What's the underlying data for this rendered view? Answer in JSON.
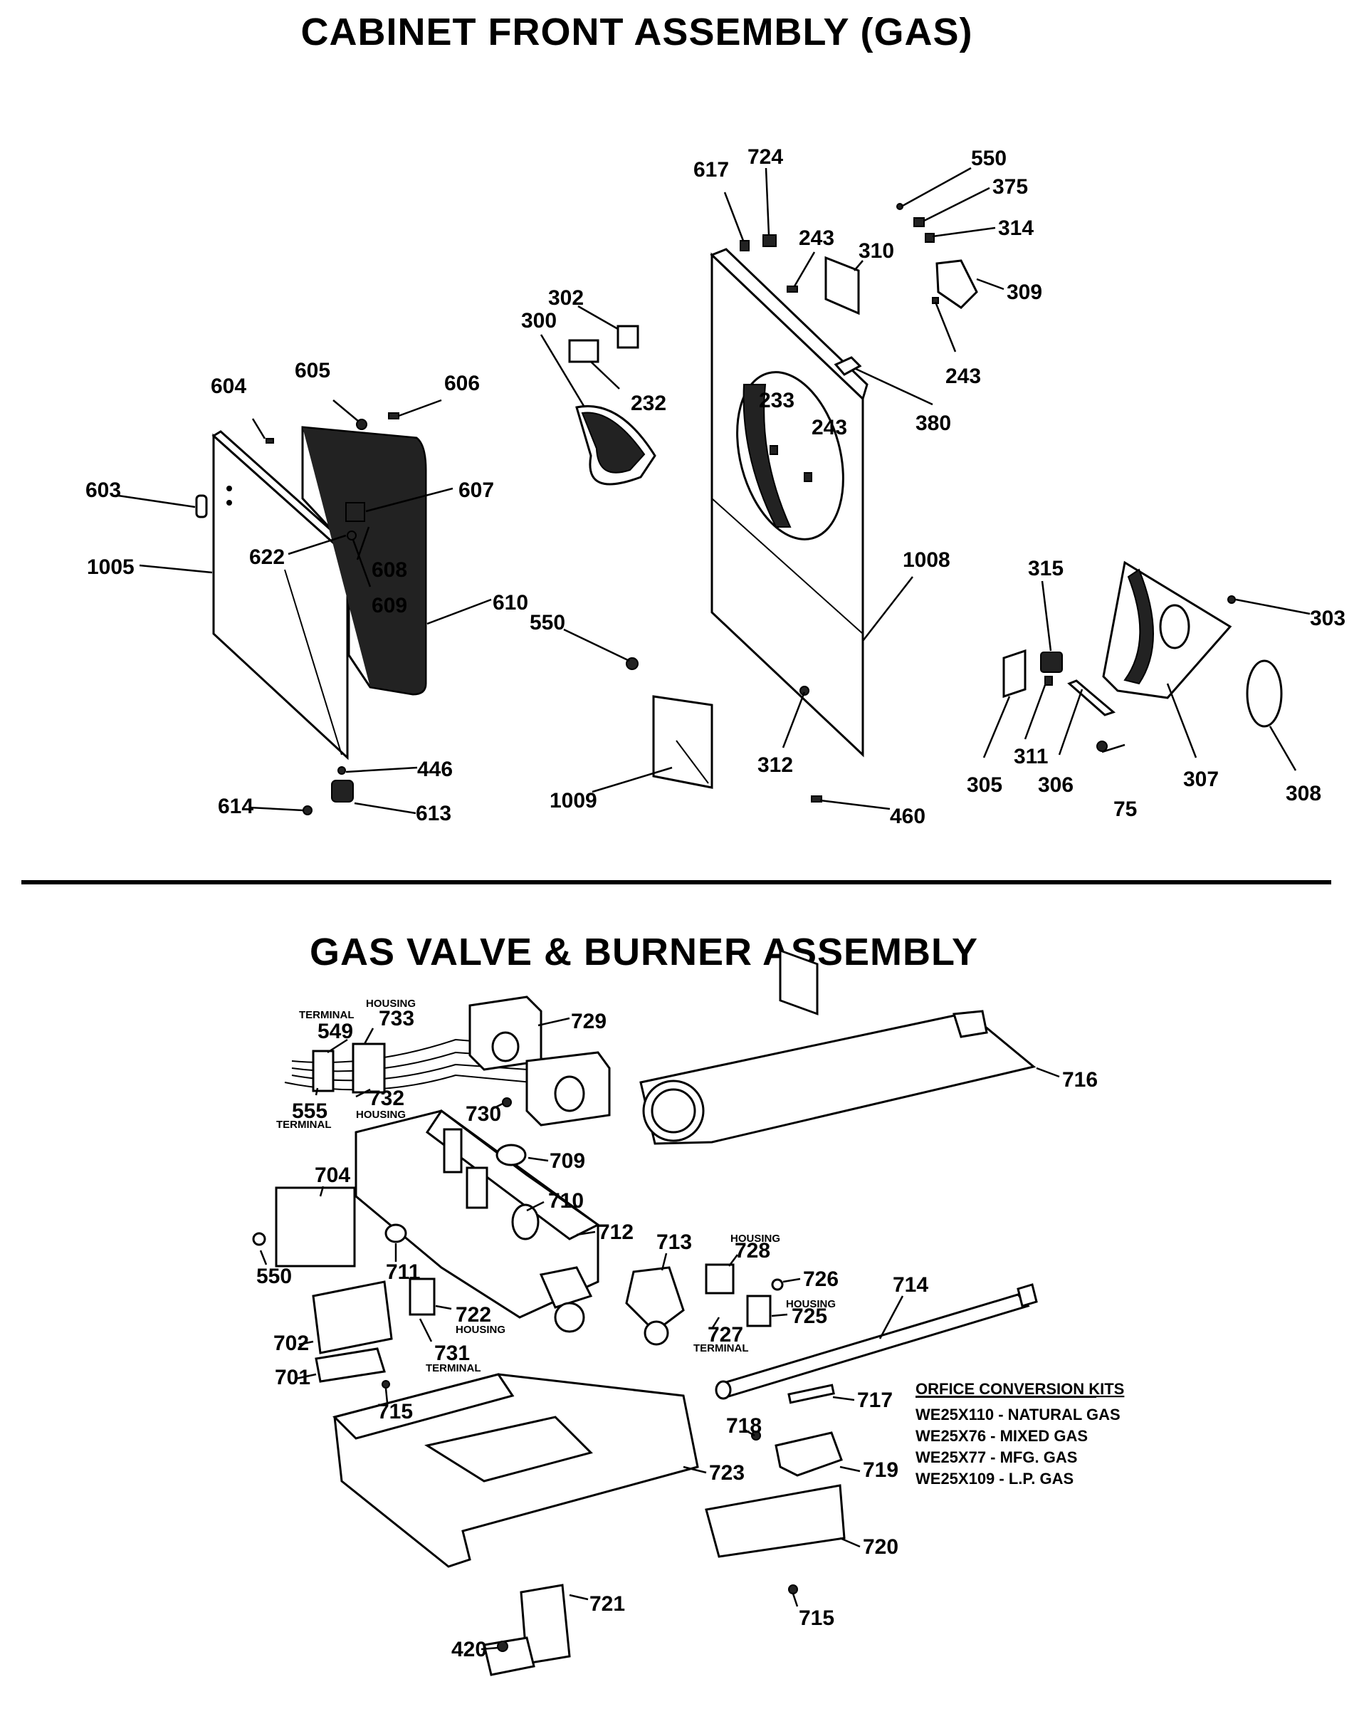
{
  "titles": {
    "cabinet": "CABINET FRONT ASSEMBLY (GAS)",
    "valve": "GAS VALVE & BURNER ASSEMBLY"
  },
  "cabinet_labels": [
    "604",
    "605",
    "606",
    "603",
    "607",
    "622",
    "608",
    "1005",
    "609",
    "610",
    "446",
    "614",
    "613",
    "302",
    "300",
    "232",
    "550",
    "1009",
    "617",
    "724",
    "243",
    "310",
    "233",
    "243",
    "380",
    "1008",
    "312",
    "460",
    "550",
    "375",
    "314",
    "309",
    "243",
    "315",
    "303",
    "305",
    "311",
    "306",
    "75",
    "307",
    "308"
  ],
  "valve_labels": {
    "terminal_top": "TERMINAL",
    "housing_top": "HOUSING",
    "terminal_bottom": "TERMINAL",
    "housing_mid": "HOUSING",
    "housing_722": "HOUSING",
    "terminal_731": "TERMINAL",
    "housing_728": "HOUSING",
    "housing_725": "HOUSING",
    "terminal_727": "TERMINAL",
    "numbers": [
      "549",
      "733",
      "729",
      "716",
      "555",
      "732",
      "730",
      "709",
      "704",
      "710",
      "712",
      "713",
      "728",
      "726",
      "714",
      "725",
      "550",
      "711",
      "722",
      "727",
      "702",
      "731",
      "701",
      "715",
      "717",
      "718",
      "723",
      "719",
      "720",
      "715",
      "721",
      "420"
    ]
  },
  "kits": {
    "heading": "ORFICE CONVERSION KITS",
    "items": [
      "WE25X110 - NATURAL GAS",
      "WE25X76 - MIXED GAS",
      "WE25X77 - MFG. GAS",
      "WE25X109 - L.P. GAS"
    ]
  }
}
